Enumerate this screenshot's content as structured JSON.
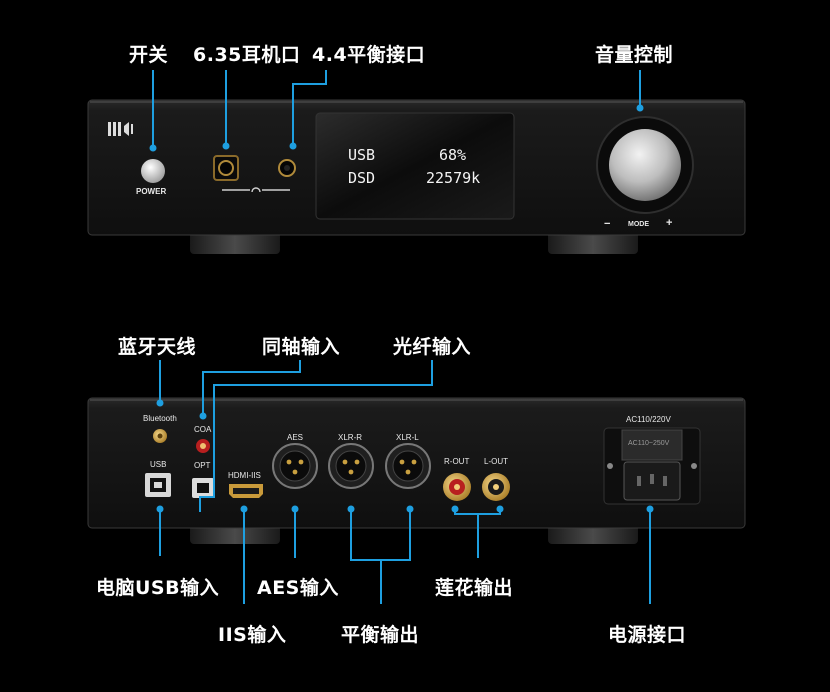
{
  "front": {
    "callouts": {
      "power": "开关",
      "headphone": "6.35耳机口",
      "balanced": "4.4平衡接口",
      "volume": "音量控制"
    },
    "power_label": "POWER",
    "display": {
      "line1_left": "USB",
      "line1_right": "68%",
      "line2_left": "DSD",
      "line2_right": "22579k"
    },
    "knob_minus": "−",
    "knob_mode": "MODE",
    "knob_plus": "+"
  },
  "rear": {
    "callouts": {
      "bluetooth": "蓝牙天线",
      "coax": "同轴输入",
      "optical": "光纤输入",
      "usb": "电脑USB输入",
      "aes": "AES输入",
      "iis": "IIS输入",
      "balanced_out": "平衡输出",
      "rca_out": "莲花输出",
      "power": "电源接口"
    },
    "labels": {
      "bluetooth": "Bluetooth",
      "coa": "COA",
      "usb": "USB",
      "opt": "OPT",
      "hdmi": "HDMI-IIS",
      "aes": "AES",
      "xlr_r": "XLR-R",
      "xlr_l": "XLR-L",
      "r_out": "R-OUT",
      "l_out": "L-OUT",
      "ac": "AC110/220V",
      "ac_plate": "AC110~250V"
    }
  },
  "colors": {
    "background": "#000000",
    "callout_line": "#1e9fe0",
    "chassis": "#161616",
    "display_text": "#f4f4f4"
  }
}
